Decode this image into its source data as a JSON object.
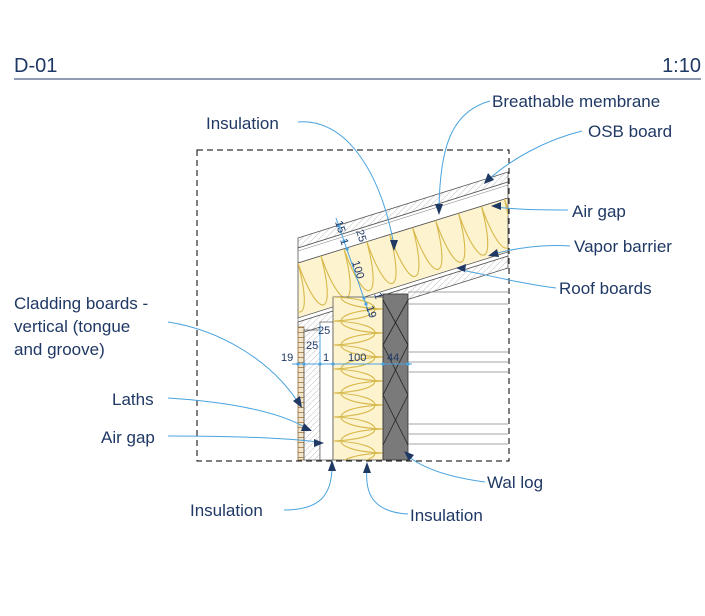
{
  "header": {
    "code": "D-01",
    "scale": "1:10"
  },
  "labels": {
    "insulation_top": "Insulation",
    "breathable_membrane": "Breathable membrane",
    "osb_board": "OSB board",
    "air_gap_roof": "Air gap",
    "vapor_barrier": "Vapor barrier",
    "roof_boards": "Roof boards",
    "cladding_line1": "Cladding boards -",
    "cladding_line2": "vertical (tongue",
    "cladding_line3": "and groove)",
    "laths": "Laths",
    "air_gap_wall": "Air gap",
    "wall_log": "Wal log",
    "insulation_bottom_left": "Insulation",
    "insulation_bottom_right": "Insulation"
  },
  "dimensions": {
    "roof": [
      "15",
      "25",
      "1",
      "100",
      "1",
      "19"
    ],
    "wall": [
      "19",
      "25",
      "1",
      "100",
      "44"
    ],
    "wall_vertical": "25"
  },
  "colors": {
    "text": "#1f3864",
    "leader": "#4aa3df",
    "insulation_fill": "#fdf3cf",
    "insulation_line": "#d7b84a",
    "log": "#7a7a7a"
  }
}
